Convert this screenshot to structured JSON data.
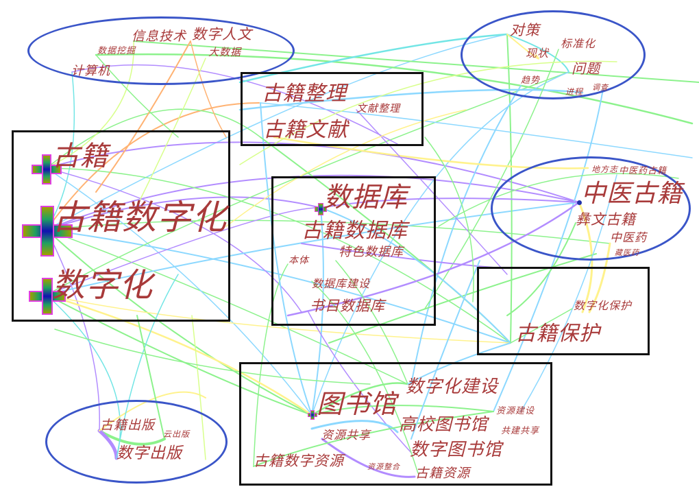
{
  "diagram": {
    "type": "keyword-cooccurrence-network",
    "label_color": "#a83a3a",
    "ellipse_color": "#3a55c8",
    "box_color": "#111111",
    "edge_colors": [
      "#66ee66",
      "#66ccff",
      "#9966ff",
      "#ffee66",
      "#ff9944",
      "#44dddd",
      "#ccff66"
    ]
  },
  "clusters": [
    {
      "id": "c1",
      "shape": "ellipse",
      "labels": [
        "信息技术",
        "数字人文",
        "数据挖掘",
        "大数据",
        "计算机"
      ]
    },
    {
      "id": "c2",
      "shape": "ellipse",
      "labels": [
        "对策",
        "标准化",
        "现状",
        "问题",
        "趋势",
        "进程",
        "调查"
      ]
    },
    {
      "id": "c3",
      "shape": "box",
      "labels": [
        "古籍整理",
        "文献整理",
        "古籍文献"
      ]
    },
    {
      "id": "c4",
      "shape": "box",
      "labels": [
        "古籍",
        "古籍数字化",
        "数字化"
      ]
    },
    {
      "id": "c5",
      "shape": "box",
      "labels": [
        "数据库",
        "古籍数据库",
        "特色数据库",
        "本体",
        "数据库建设",
        "书目数据库"
      ]
    },
    {
      "id": "c6",
      "shape": "ellipse",
      "labels": [
        "地方志",
        "中医药古籍",
        "中医古籍",
        "彝文古籍",
        "中医药",
        "藏医药"
      ]
    },
    {
      "id": "c7",
      "shape": "box",
      "labels": [
        "数字化保护",
        "古籍保护"
      ]
    },
    {
      "id": "c8",
      "shape": "box",
      "labels": [
        "数字化建设",
        "图书馆",
        "资源建设",
        "高校图书馆",
        "共建共享",
        "资源共享",
        "数字图书馆",
        "古籍数字资源",
        "资源整合",
        "古籍资源"
      ]
    },
    {
      "id": "c9",
      "shape": "ellipse",
      "labels": [
        "古籍出版",
        "云出版",
        "数字出版"
      ]
    }
  ],
  "nodes": {
    "xinxijishu": "信息技术",
    "shuzirenwen": "数字人文",
    "shujuwajue": "数据挖掘",
    "dashuju": "大数据",
    "jisuanji": "计算机",
    "duice": "对策",
    "biaozhunhua": "标准化",
    "xianzhuang": "现状",
    "wenti": "问题",
    "qushi": "趋势",
    "jincheng": "进程",
    "diaocha": "调查",
    "gujizhengli": "古籍整理",
    "wenxianzhengli": "文献整理",
    "gujiwenxian": "古籍文献",
    "guji": "古籍",
    "gujishuzihua": "古籍数字化",
    "shuzihua": "数字化",
    "shujuku": "数据库",
    "gujishujuku": "古籍数据库",
    "tesheshujuku": "特色数据库",
    "benti": "本体",
    "shujukujianshe": "数据库建设",
    "shumushujuku": "书目数据库",
    "difangzhi": "地方志",
    "zhongyiyaoguji": "中医药古籍",
    "zhongyiguji": "中医古籍",
    "yiwenguji": "彝文古籍",
    "zhongyiyao": "中医药",
    "zangyiyao": "藏医药",
    "shuzihuabaohu": "数字化保护",
    "gujibaohu": "古籍保护",
    "shuzihuajianshe": "数字化建设",
    "tushuguan": "图书馆",
    "ziyuanjianshe": "资源建设",
    "gaoxiaotushuguan": "高校图书馆",
    "gongjiangongxiang": "共建共享",
    "ziyuangongxiang": "资源共享",
    "shuzitushuguan": "数字图书馆",
    "gujishuziziyuan": "古籍数字资源",
    "ziyuanzhenghe": "资源整合",
    "gujiziyuan": "古籍资源",
    "gujichuban": "古籍出版",
    "yunchuban": "云出版",
    "shuzichuban": "数字出版"
  }
}
